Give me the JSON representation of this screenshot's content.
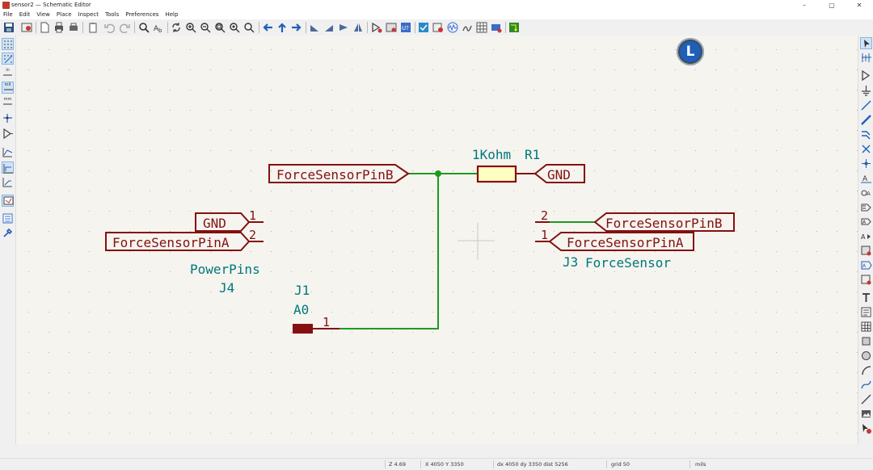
{
  "window": {
    "title": "sensor2 — Schematic Editor",
    "controls": [
      "–",
      "▢",
      "✕"
    ]
  },
  "menu": [
    "File",
    "Edit",
    "View",
    "Place",
    "Inspect",
    "Tools",
    "Preferences",
    "Help"
  ],
  "left_toolbar": {
    "units": [
      "in",
      "mil",
      "mm"
    ]
  },
  "schematic": {
    "labels": {
      "force_b_main": "ForceSensorPinB",
      "gnd_r1": "GND",
      "gnd_j4": "GND",
      "force_a_j4": "ForceSensorPinA",
      "force_b_j3": "ForceSensorPinB",
      "force_a_j3": "ForceSensorPinA"
    },
    "r1": {
      "value": "1Kohm",
      "ref": "R1"
    },
    "j4": {
      "value": "PowerPins",
      "ref": "J4",
      "pin1": "1",
      "pin2": "2"
    },
    "j3": {
      "ref": "J3",
      "value": "ForceSensor",
      "pin1": "1",
      "pin2": "2"
    },
    "j1": {
      "ref": "J1",
      "value": "A0",
      "pin1": "1"
    },
    "colors": {
      "wire": "#1f9a1f",
      "label": "#841010",
      "ref": "#00787a",
      "resistor_fill": "#ffffc2"
    }
  },
  "badge_letter": "L",
  "status": {
    "zoom": "Z 4.69",
    "cursor": "X 4050  Y 3350",
    "delta": "dx 4050  dy 3350  dist 5256",
    "grid": "grid 50",
    "units": "mils"
  }
}
